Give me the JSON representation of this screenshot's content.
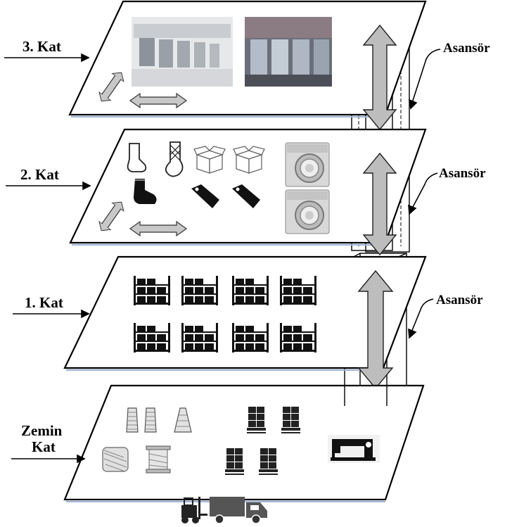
{
  "floors": [
    {
      "id": "floor-3",
      "label": "3. Kat"
    },
    {
      "id": "floor-2",
      "label": "2. Kat"
    },
    {
      "id": "floor-1",
      "label": "1. Kat"
    },
    {
      "id": "floor-0",
      "label_line1": "Zemin",
      "label_line2": "Kat"
    }
  ],
  "elevator": {
    "label": "Asansör"
  },
  "icons": {
    "floor3": [
      "knitting-machines-photo",
      "knitting-machines-photo",
      "two-way-arrow-icon"
    ],
    "floor2": [
      "sock-icon",
      "box-icon",
      "price-tag-icon",
      "washing-machine-icon",
      "two-way-arrow-icon"
    ],
    "floor1": [
      "storage-shelf-icon"
    ],
    "floor0": [
      "yarn-bobbin-icon",
      "yarn-cone-icon",
      "thread-spool-icon",
      "pallet-boxes-icon",
      "sewing-machine-icon",
      "delivery-truck-icon",
      "forklift-icon"
    ]
  },
  "colors": {
    "arrow_fill": "#bdbdbd",
    "photo_light": "#dcdcdc",
    "photo_dark": "#5a5f6a"
  }
}
